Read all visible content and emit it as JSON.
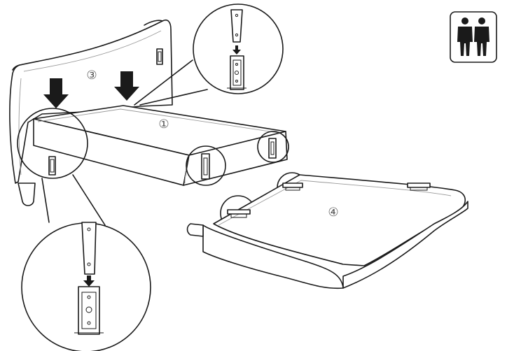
{
  "steps": {
    "step_1": "①",
    "step_3": "③",
    "step_4": "④"
  },
  "badge": {
    "icon": "two-person-icon",
    "meaning": ""
  },
  "colors": {
    "line": "#1a1a1a",
    "background": "#ffffff"
  }
}
